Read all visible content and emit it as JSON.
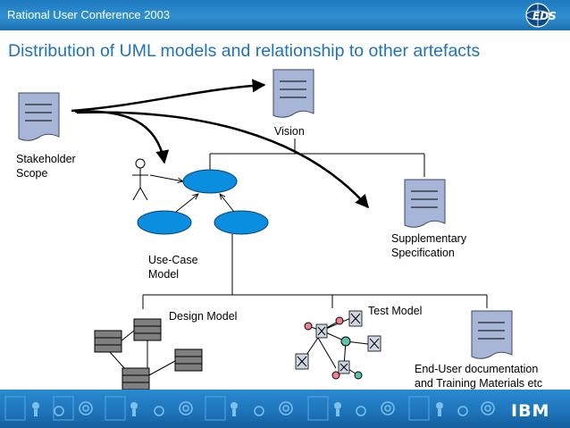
{
  "header": {
    "conference": "Rational User Conference 2003",
    "logo_text": "EDS",
    "bar_color": "#2a86c8"
  },
  "title": "Distribution of UML models and relationship to other artefacts",
  "labels": {
    "stakeholder": [
      "Stakeholder",
      "Scope"
    ],
    "vision": "Vision",
    "supplementary": [
      "Supplementary",
      "Specification"
    ],
    "use_case": [
      "Use-Case",
      "Model"
    ],
    "design_model": "Design Model",
    "test_model": "Test Model",
    "end_user": [
      "End-User documentation",
      "and Training Materials etc"
    ]
  },
  "icons": {
    "document": "document-icon",
    "actor": "actor-icon",
    "use_case": "use-case-ellipse-icon",
    "class": "class-box-icon",
    "test_node": "test-node-icon",
    "test_bug": "bug-icon"
  },
  "colors": {
    "accent": "#1f73b7",
    "doc_fill": "#a7b6d6",
    "ellipse_fill": "#0a8fe0",
    "class_fill": "#7f7f7f"
  },
  "footer": {
    "brand": "IBM"
  }
}
